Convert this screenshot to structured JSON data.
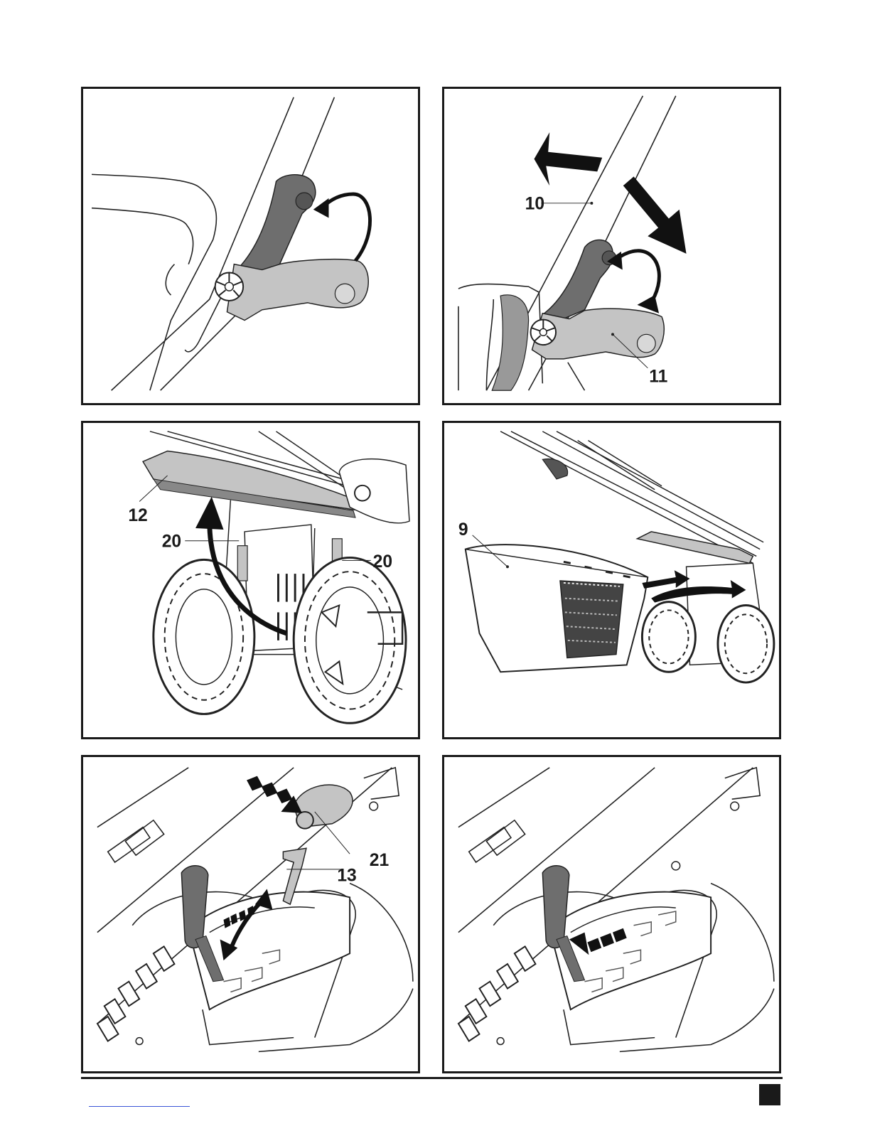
{
  "figures": [
    {
      "id": "handle-clamp-open",
      "callouts": []
    },
    {
      "id": "handle-fold",
      "callouts": [
        {
          "text": "10"
        },
        {
          "text": "11"
        }
      ]
    },
    {
      "id": "rear-flap-lift",
      "callouts": [
        {
          "text": "12"
        },
        {
          "text": "20"
        },
        {
          "text": "20"
        }
      ]
    },
    {
      "id": "grass-box-fit",
      "callouts": [
        {
          "text": "9"
        }
      ]
    },
    {
      "id": "height-adjust-press",
      "callouts": [
        {
          "text": "21"
        },
        {
          "text": "13"
        }
      ]
    },
    {
      "id": "height-adjust-release",
      "callouts": []
    }
  ],
  "colors": {
    "frame": "#1a1a1a",
    "part_dark": "#6e6e6e",
    "part_light": "#c4c4c4",
    "link": "#3a55d6"
  },
  "icons": [
    "curved-arrow-icon",
    "straight-arrow-icon",
    "dashed-arrow-icon"
  ]
}
